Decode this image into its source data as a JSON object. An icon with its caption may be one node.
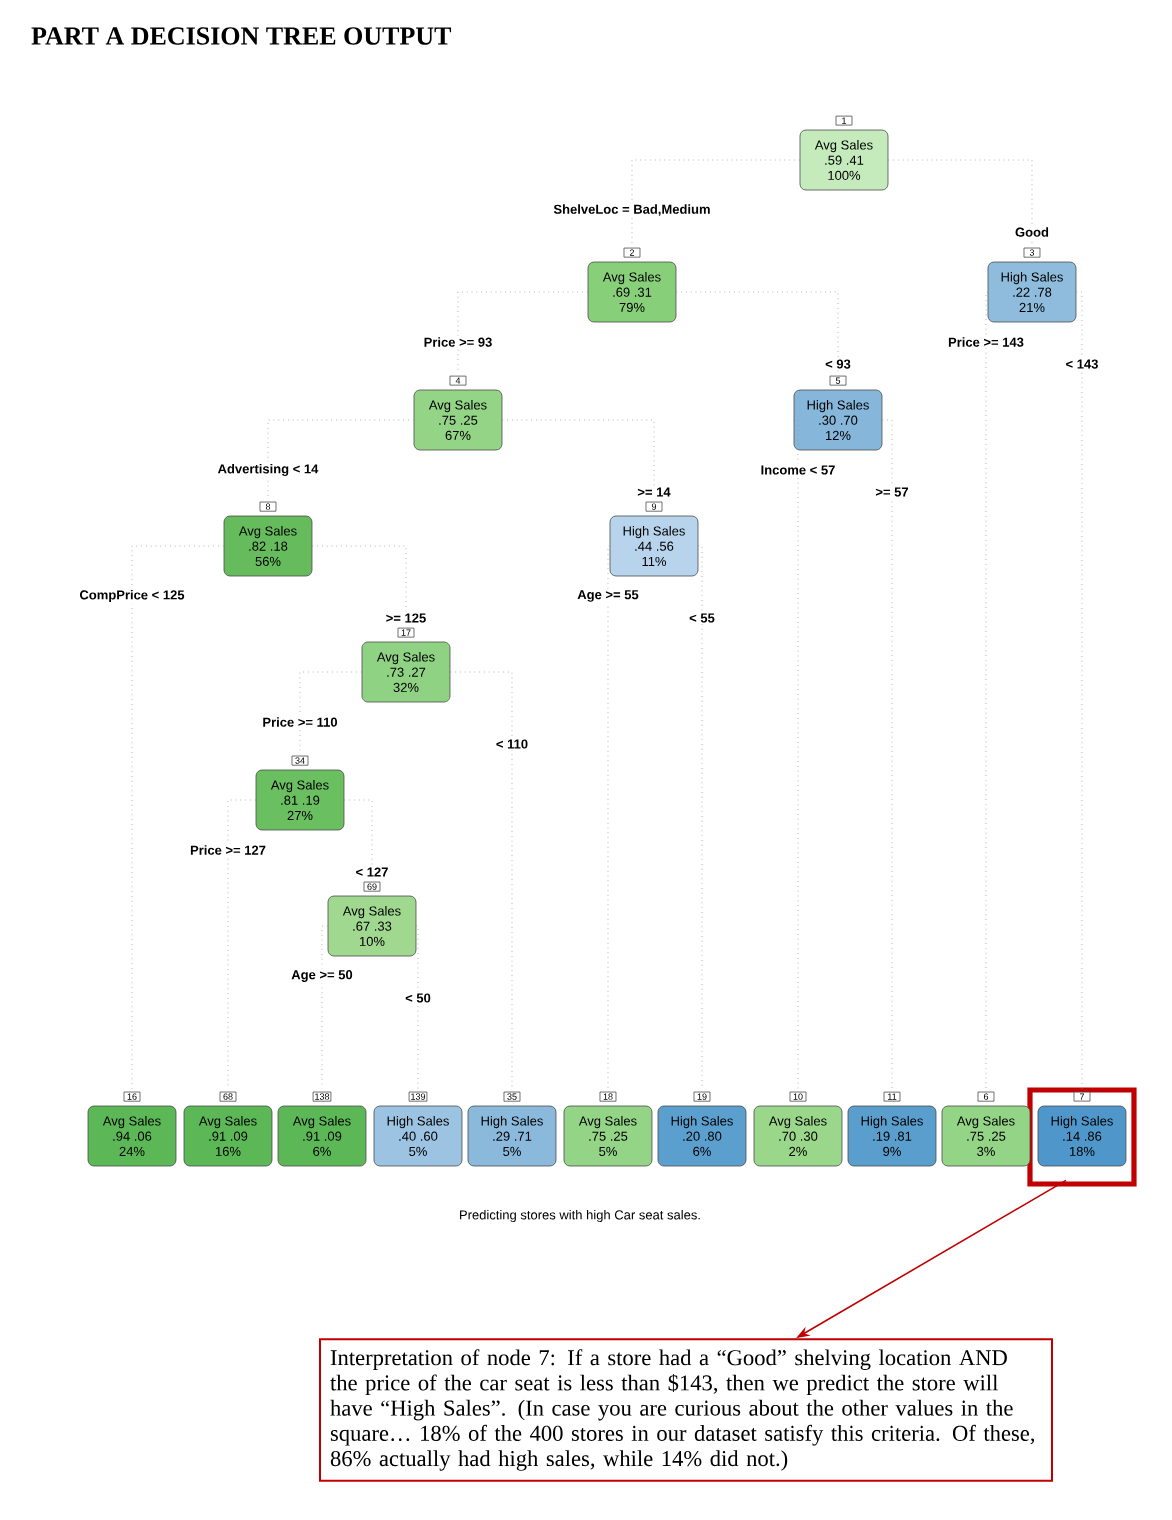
{
  "diagram": {
    "title": "PART A DECISION TREE OUTPUT",
    "caption": "Predicting stores with high Car seat sales.",
    "nodes": [
      {
        "text": [
          "Avg Sales",
          ".59 .41",
          "100%"
        ],
        "beside": [
          "1"
        ]
      },
      {
        "text": [
          "Avg Sales",
          ".69 .31",
          "79%"
        ],
        "beside": [
          "2"
        ]
      },
      {
        "text": [
          "High Sales",
          ".22 .78",
          "21%"
        ],
        "beside": [
          "3"
        ]
      },
      {
        "text": [
          "Avg Sales",
          ".75 .25",
          "67%"
        ],
        "beside": [
          "4"
        ]
      },
      {
        "text": [
          "High Sales",
          ".30 .70",
          "12%"
        ],
        "beside": [
          "5"
        ]
      },
      {
        "text": [
          "Avg Sales",
          ".82 .18",
          "56%"
        ],
        "beside": [
          "8"
        ]
      },
      {
        "text": [
          "High Sales",
          ".44 .56",
          "11%"
        ],
        "beside": [
          "9"
        ]
      },
      {
        "text": [
          "Avg Sales",
          ".73 .27",
          "32%"
        ],
        "beside": [
          "17"
        ]
      },
      {
        "text": [
          "Avg Sales",
          ".81 .19",
          "27%"
        ],
        "beside": [
          "34"
        ]
      },
      {
        "text": [
          "Avg Sales",
          ".67 .33",
          "10%"
        ],
        "beside": [
          "69"
        ]
      },
      {
        "text": [
          "Avg Sales",
          ".94 .06",
          "24%"
        ],
        "beside": [
          "16"
        ]
      },
      {
        "text": [
          "Avg Sales",
          ".91 .09",
          "16%"
        ],
        "beside": [
          "68"
        ]
      },
      {
        "text": [
          "Avg Sales",
          ".91 .09",
          "6%"
        ],
        "beside": [
          "138"
        ]
      },
      {
        "text": [
          "High Sales",
          ".40 .60",
          "5%"
        ],
        "beside": [
          "139"
        ]
      },
      {
        "text": [
          "High Sales",
          ".29 .71",
          "5%"
        ],
        "beside": [
          "35"
        ]
      },
      {
        "text": [
          "Avg Sales",
          ".75 .25",
          "5%"
        ],
        "beside": [
          "18"
        ]
      },
      {
        "text": [
          "High Sales",
          ".20 .80",
          "6%"
        ],
        "beside": [
          "19"
        ]
      },
      {
        "text": [
          "Avg Sales",
          ".70 .30",
          "2%"
        ],
        "beside": [
          "10"
        ]
      },
      {
        "text": [
          "High Sales",
          ".19 .81",
          "9%"
        ],
        "beside": [
          "11"
        ]
      },
      {
        "text": [
          "Avg Sales",
          ".75 .25",
          "3%"
        ],
        "beside": [
          "6"
        ]
      },
      {
        "text": [
          "High Sales",
          ".14 .86",
          "18%"
        ],
        "beside": [
          "7"
        ]
      },
      {
        "text": [
          "Interpretation of node 7:  If a store had a “Good” shelving location AND the price of the car seat is less than $143, then we predict the store will have “High Sales”.  (In case you are curious about the other values in the square… 18% of the 400 stores in our dataset satisfy this criteria.  Of these, 86% actually had high sales, while 14% did not.)"
        ]
      }
    ],
    "edges": [
      {
        "from": 0,
        "to": 1,
        "arrow": "none",
        "label": "ShelveLoc = Bad,Medium",
        "style": "dashed"
      },
      {
        "from": 0,
        "to": 2,
        "arrow": "none",
        "label": "Good",
        "style": "dashed"
      },
      {
        "from": 1,
        "to": 3,
        "arrow": "none",
        "label": "Price >= 93",
        "style": "dashed"
      },
      {
        "from": 1,
        "to": 4,
        "arrow": "none",
        "label": "< 93",
        "style": "dashed"
      },
      {
        "from": 2,
        "to": 19,
        "arrow": "none",
        "label": "Price >= 143",
        "style": "dashed"
      },
      {
        "from": 2,
        "to": 20,
        "arrow": "none",
        "label": "< 143",
        "style": "dashed"
      },
      {
        "from": 3,
        "to": 5,
        "arrow": "none",
        "label": "Advertising < 14",
        "style": "dashed"
      },
      {
        "from": 3,
        "to": 6,
        "arrow": "none",
        "label": ">= 14",
        "style": "dashed"
      },
      {
        "from": 4,
        "to": 17,
        "arrow": "none",
        "label": "Income < 57",
        "style": "dashed"
      },
      {
        "from": 4,
        "to": 18,
        "arrow": "none",
        "label": ">= 57",
        "style": "dashed"
      },
      {
        "from": 5,
        "to": 10,
        "arrow": "none",
        "label": "CompPrice < 125",
        "style": "dashed"
      },
      {
        "from": 5,
        "to": 7,
        "arrow": "none",
        "label": ">= 125",
        "style": "dashed"
      },
      {
        "from": 6,
        "to": 15,
        "arrow": "none",
        "label": "Age >= 55",
        "style": "dashed"
      },
      {
        "from": 6,
        "to": 16,
        "arrow": "none",
        "label": "< 55",
        "style": "dashed"
      },
      {
        "from": 7,
        "to": 8,
        "arrow": "none",
        "label": "Price >= 110",
        "style": "dashed"
      },
      {
        "from": 7,
        "to": 14,
        "arrow": "none",
        "label": "< 110",
        "style": "dashed"
      },
      {
        "from": 8,
        "to": 11,
        "arrow": "none",
        "label": "Price >= 127",
        "style": "dashed"
      },
      {
        "from": 8,
        "to": 9,
        "arrow": "none",
        "label": "< 127",
        "style": "dashed"
      },
      {
        "from": 9,
        "to": 12,
        "arrow": "none",
        "label": "Age >= 50",
        "style": "dashed"
      },
      {
        "from": 9,
        "to": 13,
        "arrow": "none",
        "label": "< 50",
        "style": "dashed"
      },
      {
        "from": 20,
        "to": 21,
        "arrow": "to",
        "color": "#c00000"
      }
    ]
  }
}
